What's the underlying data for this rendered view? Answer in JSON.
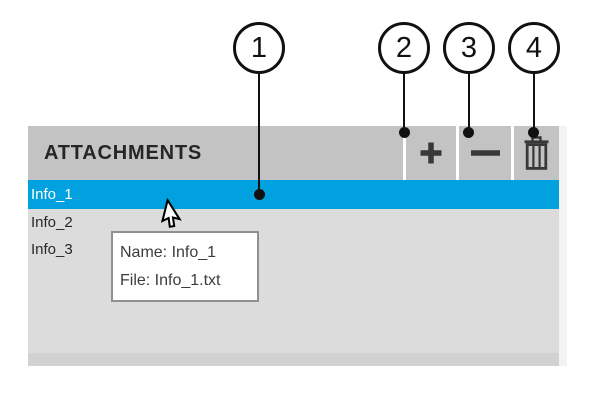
{
  "colors": {
    "page_bg": "#ffffff",
    "header_bg": "#c3c3c3",
    "list_bg": "#dcdcdc",
    "bottom_band": "#d2d2d2",
    "right_strip": "#f3f3f3",
    "selection_blue": "#00a1de",
    "selection_text": "#ffffff",
    "icon_dark": "#383838",
    "text_dark": "#262626",
    "callout_ink": "#111111",
    "tooltip_bg": "#ffffff",
    "tooltip_border": "#909090",
    "tooltip_text": "#3c3c3c"
  },
  "callouts": [
    {
      "number": "1"
    },
    {
      "number": "2"
    },
    {
      "number": "3"
    },
    {
      "number": "4"
    }
  ],
  "attachments_panel": {
    "title": "ATTACHMENTS",
    "toolbar": [
      {
        "id": "add",
        "icon": "plus-icon"
      },
      {
        "id": "remove",
        "icon": "minus-icon"
      },
      {
        "id": "delete",
        "icon": "trash-icon"
      }
    ],
    "items": [
      {
        "label": "Info_1",
        "selected": true
      },
      {
        "label": "Info_2",
        "selected": false
      },
      {
        "label": "Info_3",
        "selected": false
      }
    ]
  },
  "tooltip": {
    "line1": "Name: Info_1",
    "line2": "File: Info_1.txt"
  }
}
